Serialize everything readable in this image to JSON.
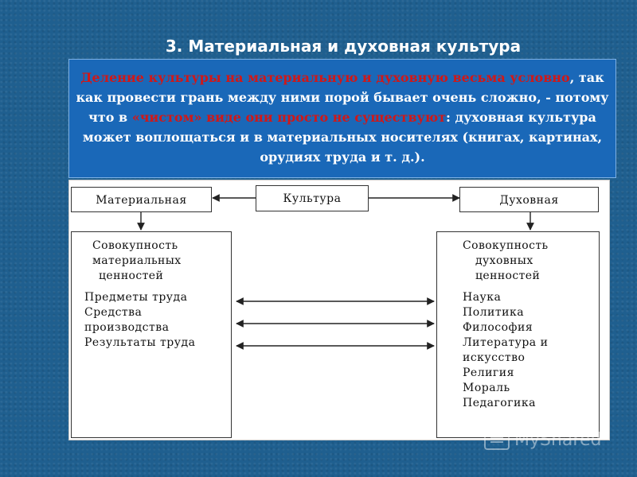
{
  "slide": {
    "title": "3. Материальная и духовная культура"
  },
  "note": {
    "segment_1_red": "Деление культуры на материальную и духовную весьма условно",
    "segment_2": ", так как провести грань между ними порой бывает очень сложно, - потому что в ",
    "segment_3_red": "«чистом» виде они просто не существуют",
    "segment_4": ": духовная культура может воплощаться и в материальных носителях (книгах, картинах, орудиях труда и т. д.)."
  },
  "diagram": {
    "root": "Культура",
    "left_head": "Материальная",
    "right_head": "Духовная",
    "left_block": {
      "title": [
        "Совокупность",
        "материальных",
        "ценностей"
      ],
      "items": [
        "Предметы труда",
        "Средства",
        "производства",
        "Результаты труда"
      ]
    },
    "right_block": {
      "title": [
        "Совокупность",
        "духовных",
        "ценностей"
      ],
      "items": [
        "Наука",
        "Политика",
        "Философия",
        "Литература и",
        "искусство",
        "Религия",
        "Мораль",
        "Педагогика"
      ]
    }
  },
  "watermark": {
    "text": "MyShared"
  },
  "colors": {
    "background": "#1f5f8f",
    "note_box": "#1a68b8",
    "highlight_red": "#d01818"
  }
}
